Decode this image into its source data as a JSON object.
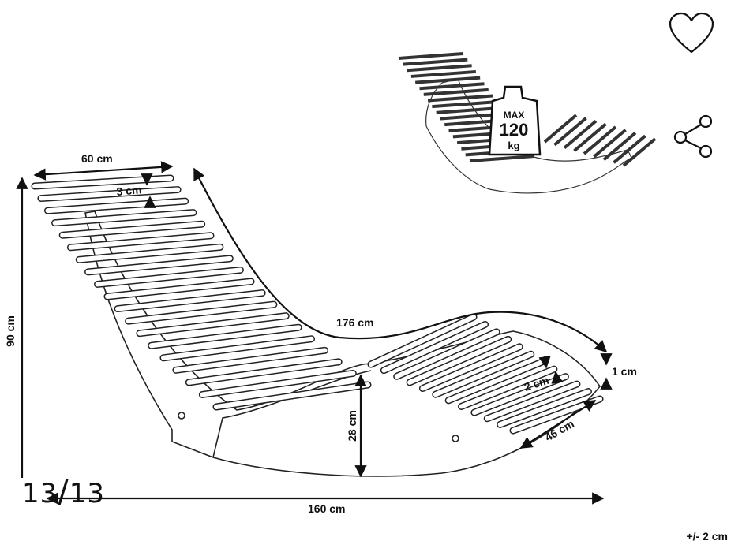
{
  "counter": {
    "current": "13",
    "separator": "/",
    "total": "13"
  },
  "dimensions": {
    "width_top": "60 cm",
    "slat_gap": "3 cm",
    "length_curve": "176 cm",
    "height_total": "90 cm",
    "height_seat": "28 cm",
    "length_base": "160 cm",
    "slat_thickness": "1 cm",
    "slat_gap_foot": "2 cm",
    "foot_width": "46 cm"
  },
  "tolerance": "+/- 2 cm",
  "weight_tag": {
    "line1": "MAX",
    "line2": "120",
    "line3": "kg"
  },
  "icons": {
    "favorite": "heart-icon",
    "share": "share-icon"
  }
}
